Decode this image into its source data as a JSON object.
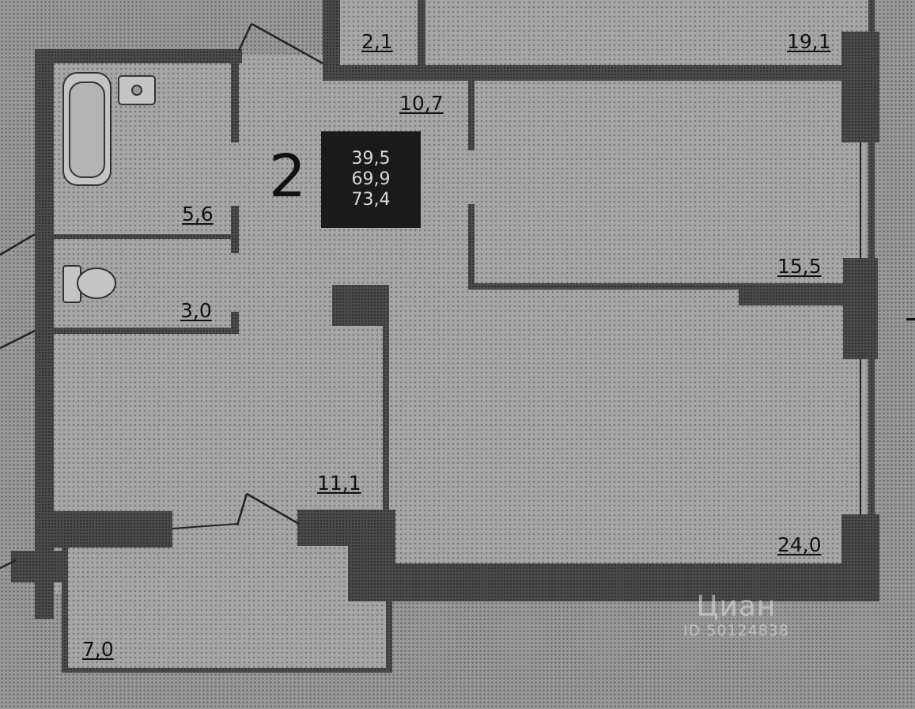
{
  "plan": {
    "room_count": "2",
    "areas": {
      "living": "39,5",
      "general": "69,9",
      "total": "73,4"
    },
    "rooms": [
      {
        "id": "utility-top",
        "area": "2,1"
      },
      {
        "id": "room-top-right",
        "area": "19,1"
      },
      {
        "id": "hallway",
        "area": "10,7"
      },
      {
        "id": "bathroom",
        "area": "5,6"
      },
      {
        "id": "toilet",
        "area": "3,0"
      },
      {
        "id": "bedroom",
        "area": "15,5"
      },
      {
        "id": "kitchen",
        "area": "11,1"
      },
      {
        "id": "living-room",
        "area": "24,0"
      },
      {
        "id": "balcony",
        "area": "7,0"
      }
    ]
  },
  "watermark": {
    "logo": "Циан",
    "id_text": "ID 50124838"
  },
  "colors": {
    "floor": "#a9a9a9",
    "wall": "#3a3a3a",
    "background": "#8f8f8f",
    "area_box": "#1a1a1a"
  }
}
